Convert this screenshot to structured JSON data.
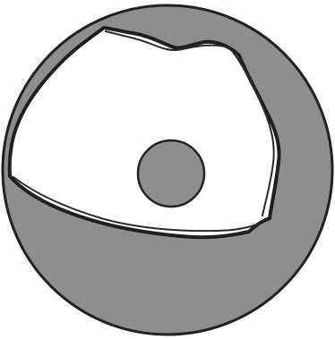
{
  "diagram": {
    "colors": {
      "background": "#ffffff",
      "shell_fill": "#8e8e8e",
      "window_fill": "#ffffff",
      "nucleus_fill": "#8e8e8e",
      "outline": "#222222",
      "rim": "#1f1f1f"
    },
    "parts": [
      "outer-sphere",
      "cutaway-opening",
      "central-sphere"
    ]
  }
}
